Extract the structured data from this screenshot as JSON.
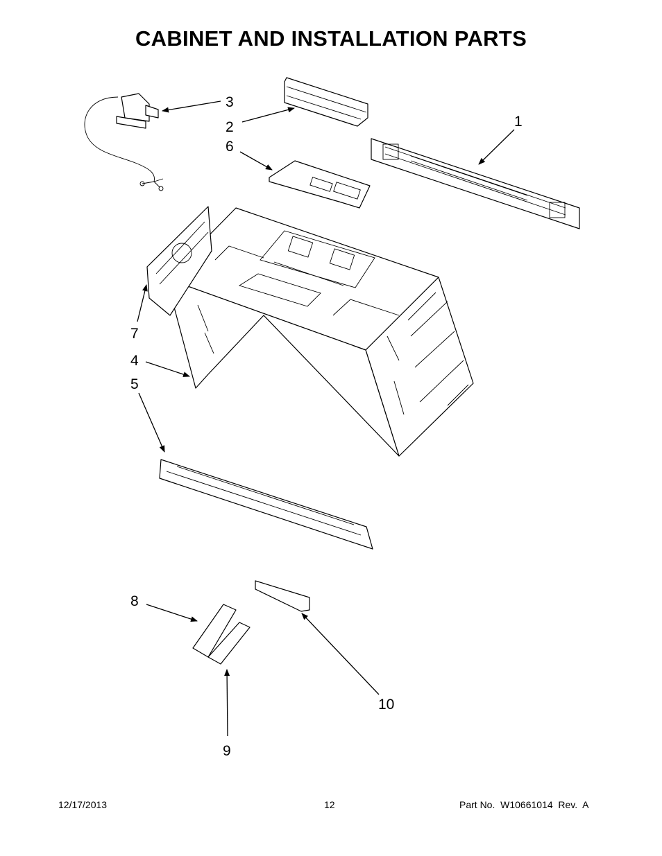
{
  "title": "CABINET AND INSTALLATION PARTS",
  "callouts": [
    "1",
    "2",
    "3",
    "4",
    "5",
    "6",
    "7",
    "8",
    "9",
    "10"
  ],
  "footer": {
    "date": "12/17/2013",
    "page": "12",
    "part_no": "Part No.  W10661014  Rev.  A"
  }
}
